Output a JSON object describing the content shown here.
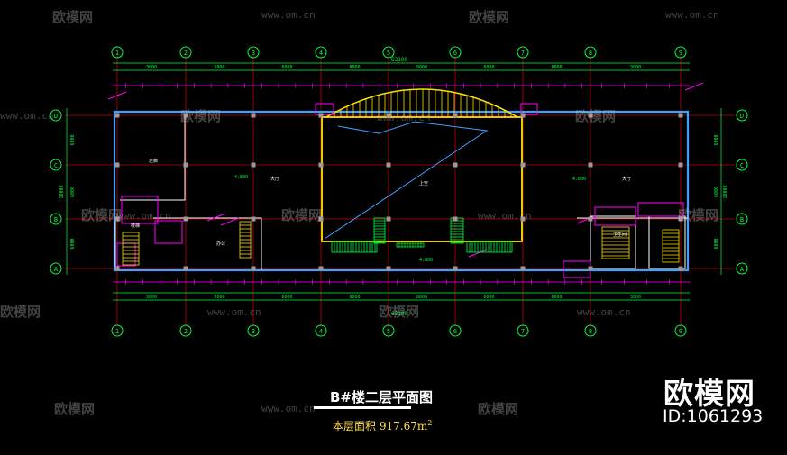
{
  "drawing": {
    "title": "B#楼二层平面图",
    "area_label": "本层面积",
    "area_value": "917.67m",
    "area_unit_sup": "2",
    "total_dim": "63100",
    "col_dims": [
      "3000",
      "6000",
      "6000",
      "8000",
      "8000",
      "6000",
      "6000",
      "3000"
    ],
    "row_dims": [
      "6000",
      "6000",
      "6000"
    ],
    "total_height": "18000",
    "col_axes": [
      "1",
      "2",
      "3",
      "4",
      "5",
      "6",
      "7",
      "8",
      "9"
    ],
    "row_axes": [
      "D",
      "C",
      "B",
      "A"
    ],
    "room_labels": [
      "走廊",
      "大厅",
      "上空",
      "大厅",
      "楼梯",
      "卫生间",
      "办公"
    ],
    "elevations": [
      "4.800",
      "4.800",
      "4.800"
    ]
  },
  "watermark": {
    "brand": "欧模网",
    "url": "www.om.cn",
    "brand_id": "ID:1061293"
  }
}
